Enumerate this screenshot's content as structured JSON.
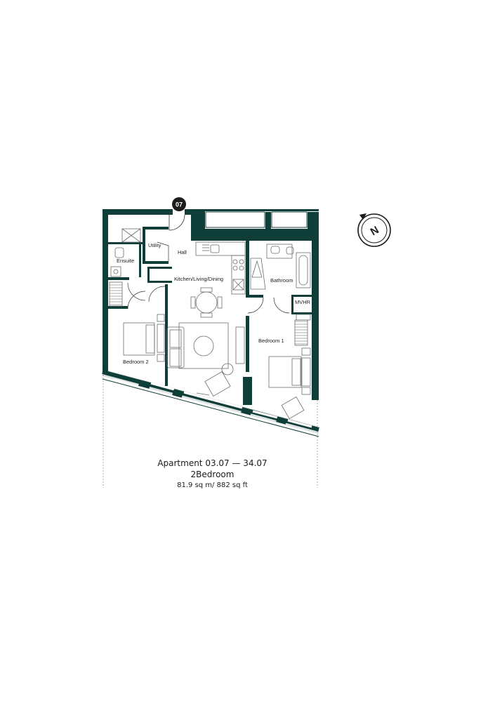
{
  "unit_badge": "07",
  "rooms": {
    "utility": "Utility",
    "hall": "Hall",
    "ensuite": "Ensuite",
    "kitchen": "Kitchen/Living/Dining",
    "bathroom": "Bathroom",
    "mvhr": "MVHR",
    "bedroom1": "Bedroom 1",
    "bedroom2": "Bedroom 2"
  },
  "compass": {
    "letter": "N"
  },
  "caption": {
    "title": "Apartment 03.07 — 34.07",
    "type": "2Bedroom",
    "area": "81.9 sq m/ 882 sq ft"
  },
  "colors": {
    "wall": "#0f3d38",
    "ink": "#1c1c1c",
    "fixture": "#6b6b6b"
  }
}
